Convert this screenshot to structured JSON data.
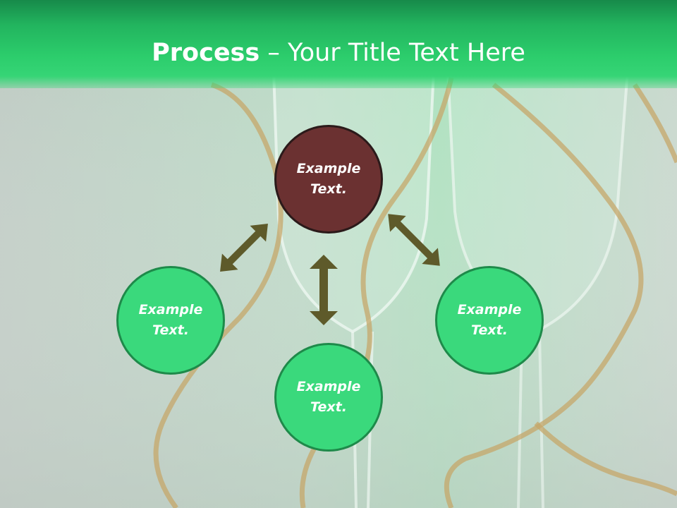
{
  "title": {
    "bold": "Process",
    "dash": " – ",
    "rest": "Your Title Text Here"
  },
  "nodes": {
    "top": {
      "label": "Example Text."
    },
    "left": {
      "label": "Example Text."
    },
    "bottom": {
      "label": "Example Text."
    },
    "right": {
      "label": "Example Text."
    }
  },
  "colors": {
    "accent_green": "#3ad97c",
    "center_maroon": "#6b3131",
    "arrow": "#5e5a2a",
    "title_band": "#2ccd6c"
  }
}
